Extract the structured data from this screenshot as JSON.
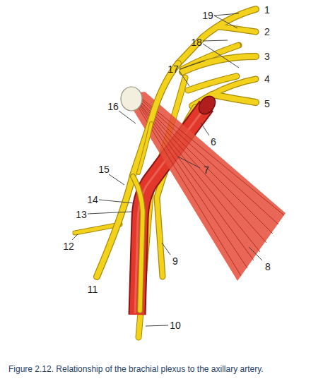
{
  "diagram": {
    "caption": "Figure 2.12. Relationship of the brachial plexus to the axillary artery.",
    "labels": [
      "19",
      "1",
      "18",
      "2",
      "3",
      "17",
      "4",
      "16",
      "5",
      "6",
      "7",
      "15",
      "14",
      "13",
      "12",
      "8",
      "9",
      "11",
      "10"
    ]
  }
}
